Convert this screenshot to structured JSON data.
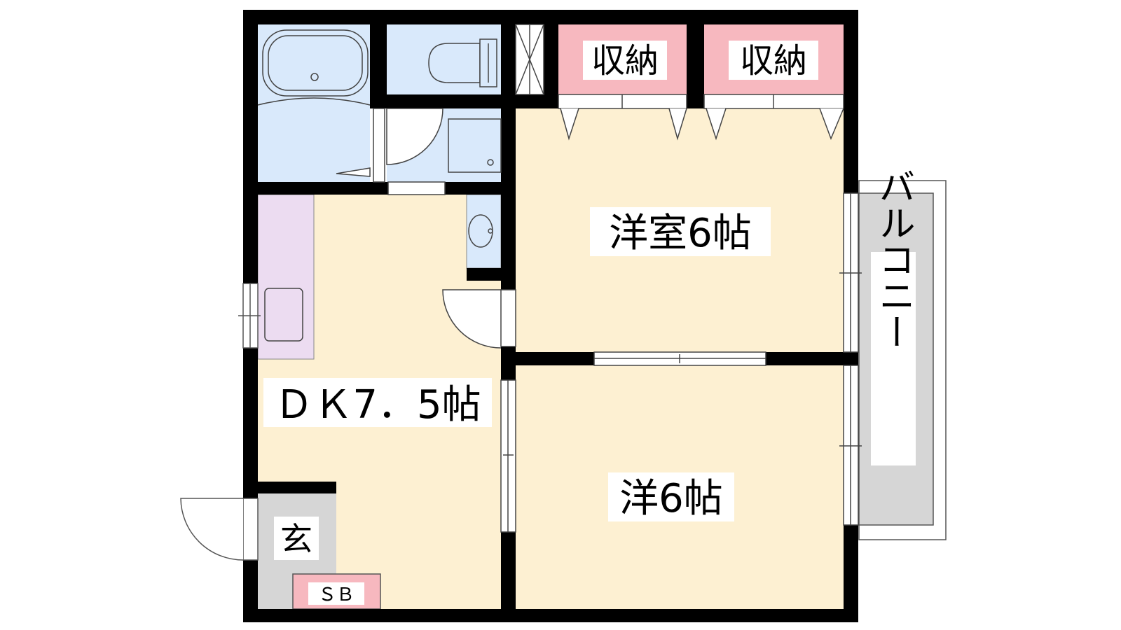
{
  "rooms": {
    "storage_left": "収納",
    "storage_right": "収納",
    "western_room_upper": "洋室6帖",
    "dk": "ＤＫ7．5帖",
    "western_room_lower": "洋6帖",
    "entrance": "玄",
    "shoe_box": "ＳＢ",
    "balcony": "バルコニー"
  },
  "colors": {
    "wall": "#000000",
    "wet_area": "#d9e9fb",
    "living": "#fdf0d2",
    "storage": "#f7b8bf",
    "kitchen": "#ecdcf1",
    "entrance": "#d6d6d6",
    "balcony": "#d6d6d6",
    "shoe_box": "#f7b8bf"
  }
}
